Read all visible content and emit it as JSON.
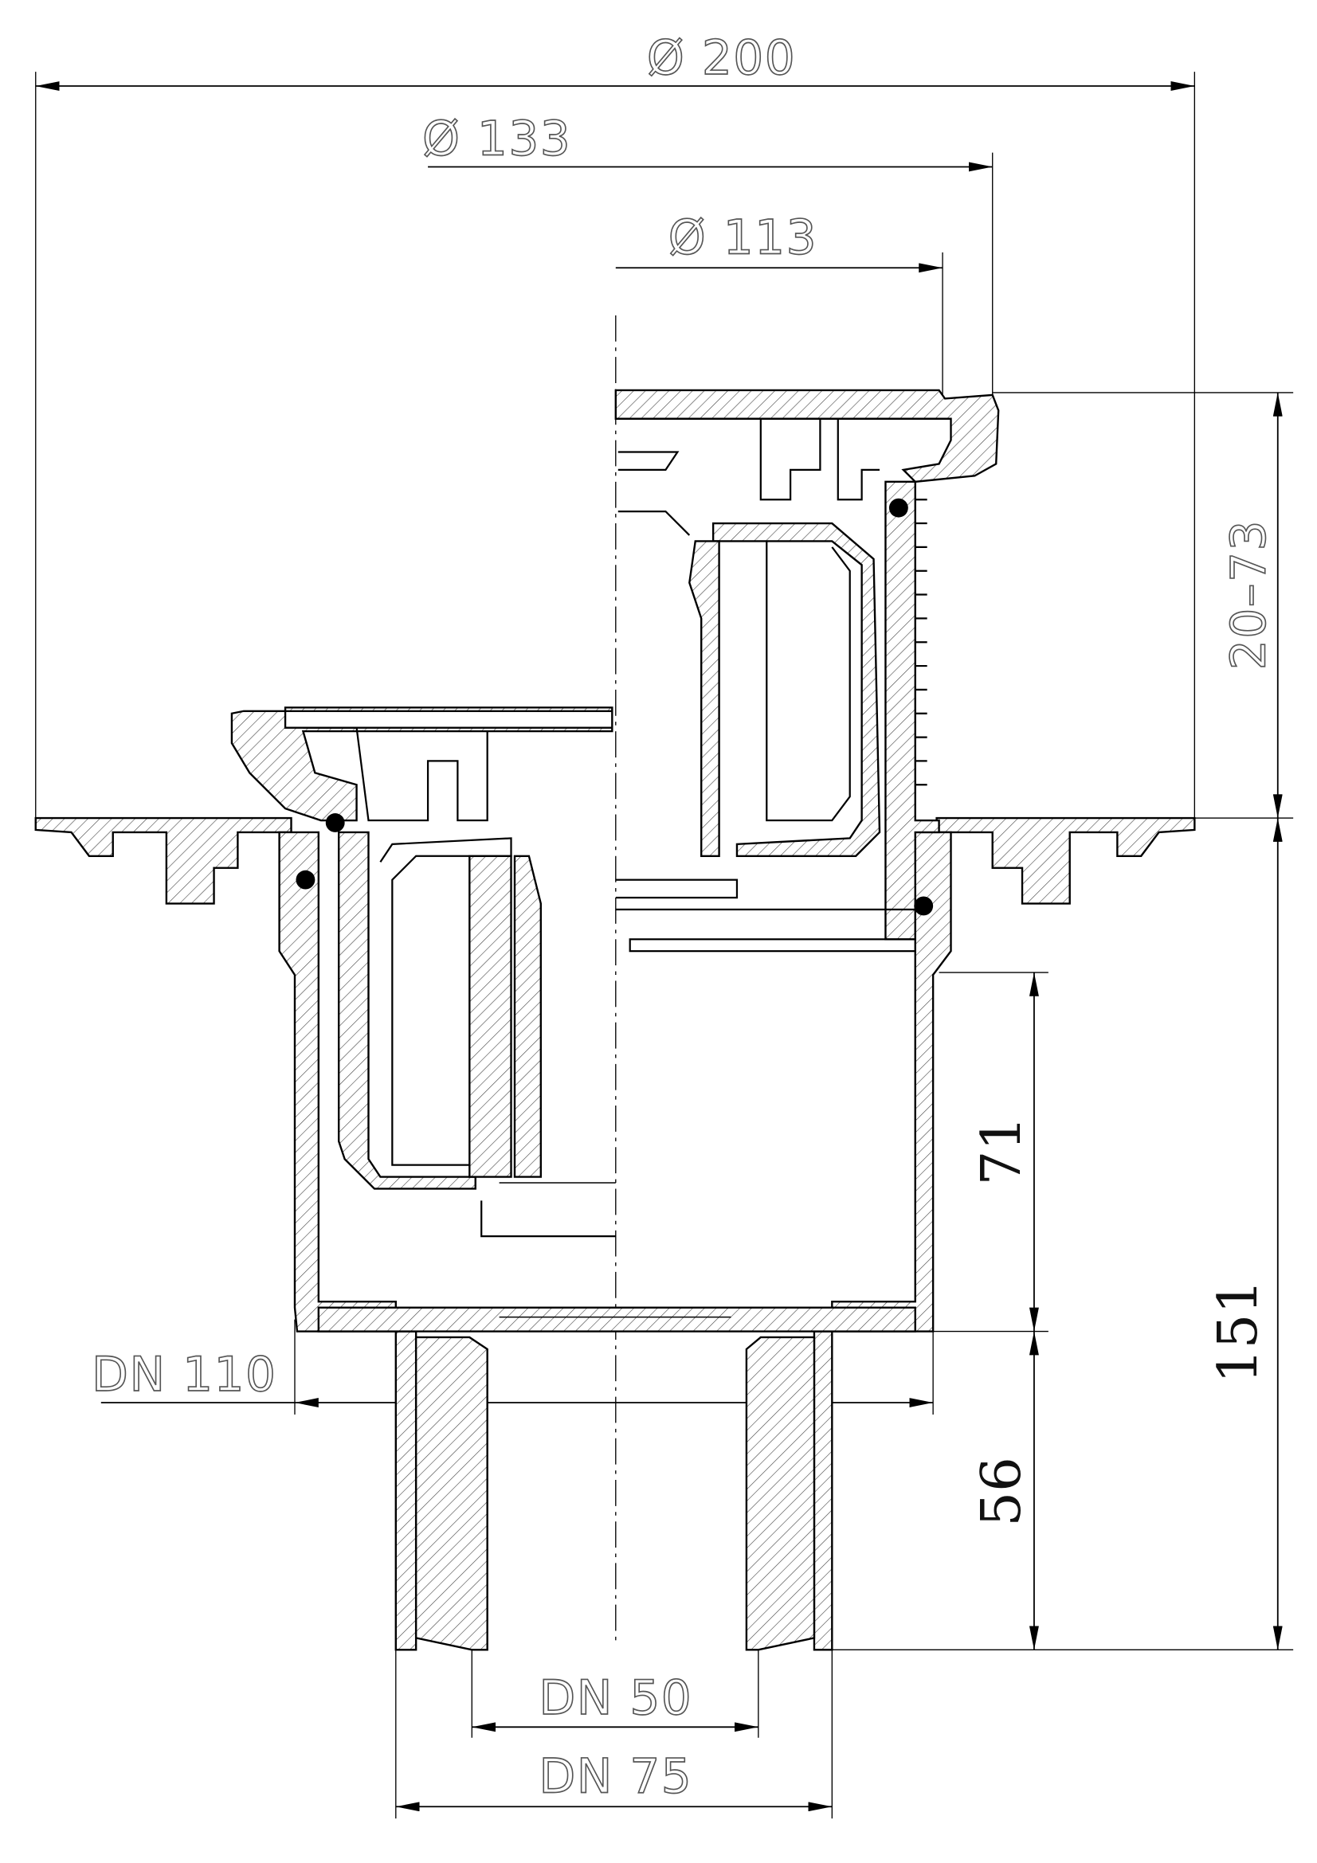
{
  "drawing": {
    "dimensions": {
      "outer_diameter": "Ø 200",
      "grate_frame_diameter": "Ø 133",
      "grate_diameter": "Ø 113",
      "height_adjustment": "20–73",
      "upper_body_height": "71",
      "total_height": "151",
      "outlet_length": "56",
      "body_nominal": "DN 110",
      "outlet_inner_nominal": "DN 50",
      "outlet_outer_nominal": "DN 75"
    }
  }
}
